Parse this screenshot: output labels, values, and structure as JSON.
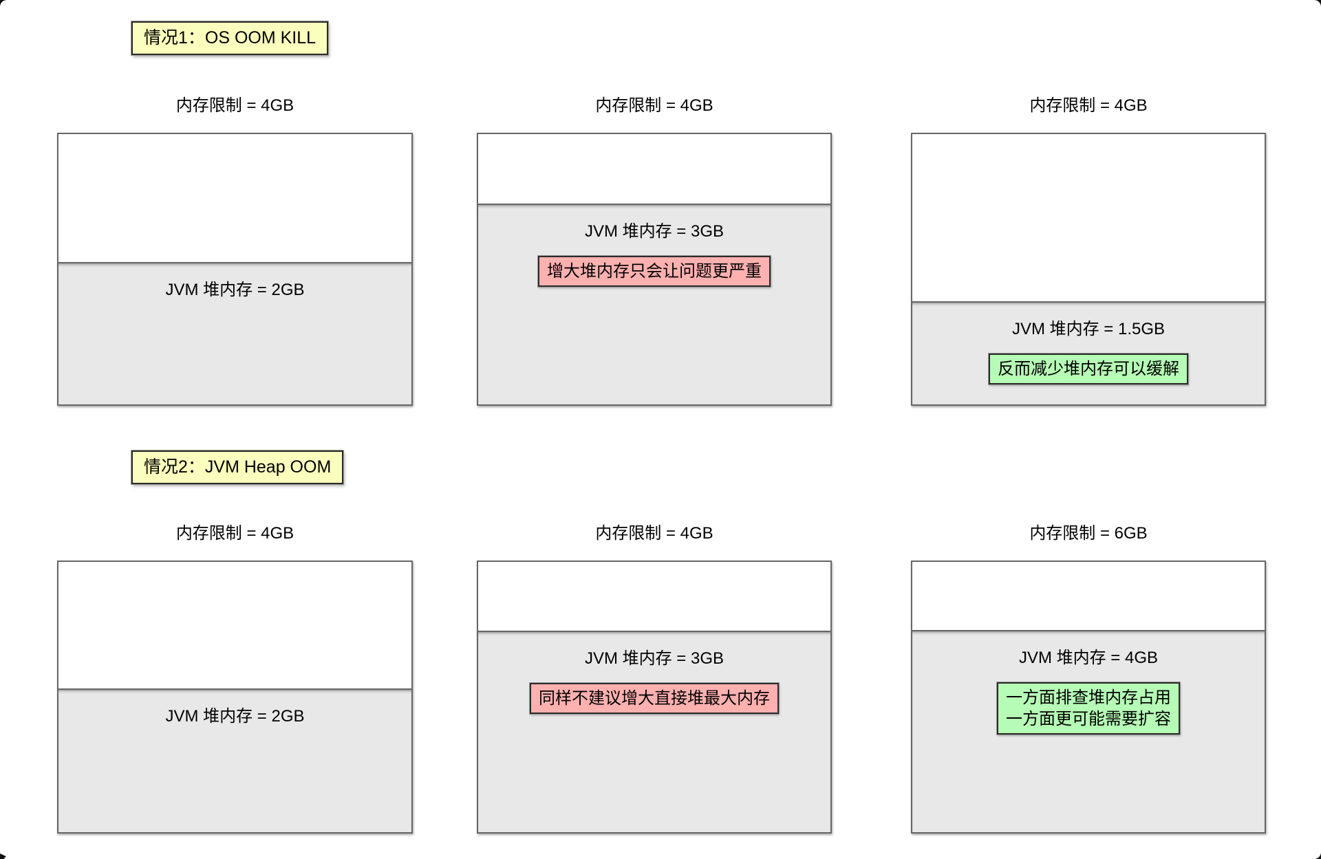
{
  "colors": {
    "case_label_bg": "#FBFFBD",
    "bad_note_bg": "#FFB1B0",
    "good_note_bg": "#B6FCB6",
    "heap_fill_bg": "#E8E8E8",
    "box_border": "#666666",
    "badge_border": "#2B2B2B",
    "text": "#000000"
  },
  "cases": [
    {
      "label": "情况1：OS OOM KILL",
      "diagrams": [
        {
          "title": "内存限制 = 4GB",
          "heap_label": "JVM 堆内存 = 2GB",
          "heap_fill": "52.6%",
          "note_type": "",
          "note_lines": []
        },
        {
          "title": "内存限制 = 4GB",
          "heap_label": "JVM 堆内存 = 3GB",
          "heap_fill": "74.3%",
          "note_type": "bad",
          "note_lines": [
            "增大堆内存只会让问题更严重"
          ]
        },
        {
          "title": "内存限制 = 4GB",
          "heap_label": "JVM 堆内存 = 1.5GB",
          "heap_fill": "38.2%",
          "note_type": "good",
          "note_lines": [
            "反而减少堆内存可以缓解"
          ]
        }
      ]
    },
    {
      "label": "情况2：JVM Heap OOM",
      "diagrams": [
        {
          "title": "内存限制 = 4GB",
          "heap_label": "JVM 堆内存 = 2GB",
          "heap_fill": "53.2%",
          "note_type": "",
          "note_lines": []
        },
        {
          "title": "内存限制 = 4GB",
          "heap_label": "JVM 堆内存 = 3GB",
          "heap_fill": "74.6%",
          "note_type": "bad",
          "note_lines": [
            "同样不建议增大直接堆最大内存"
          ]
        },
        {
          "title": "内存限制 = 6GB",
          "heap_label": "JVM 堆内存 = 4GB",
          "heap_fill": "74.7%",
          "note_type": "good",
          "note_lines": [
            "一方面排查堆内存占用",
            "一方面更可能需要扩容"
          ]
        }
      ]
    }
  ]
}
